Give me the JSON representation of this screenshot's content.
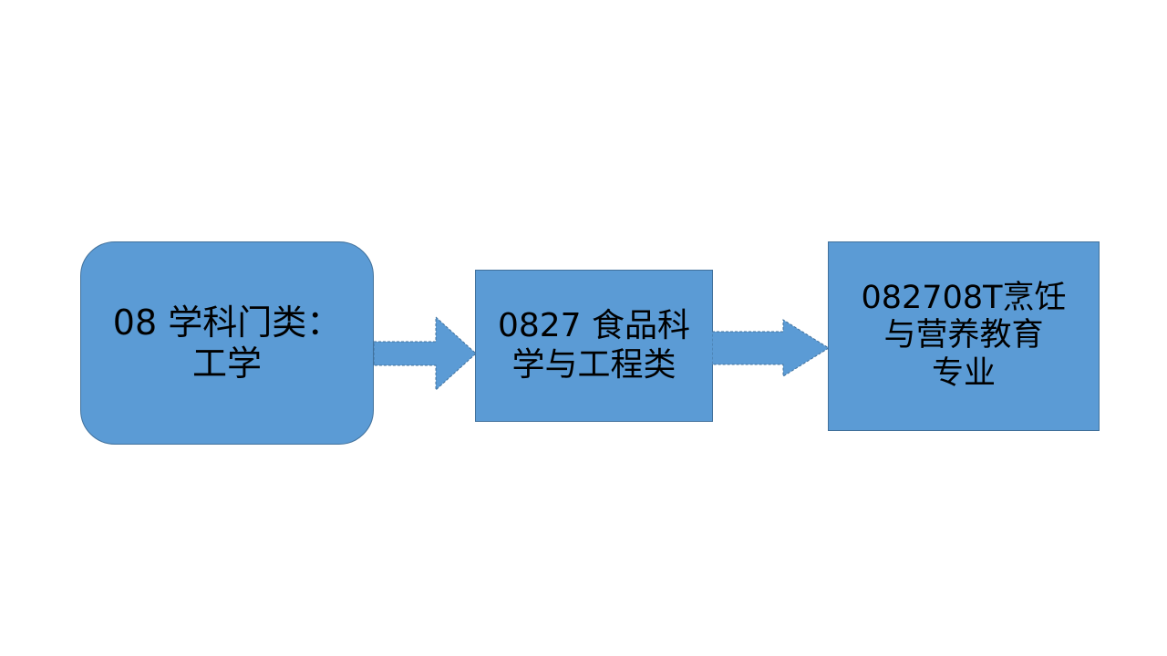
{
  "slide": {
    "background_color": "#FFFFFF",
    "shape_fill_color": "#5B9BD5",
    "shape_border_color": "#41719C",
    "text_color": "#000000"
  },
  "diagram": {
    "type": "flowchart",
    "direction": "left-to-right",
    "nodes": [
      {
        "id": "discipline",
        "shape": "rounded-rectangle",
        "label": "08 学科门类：\n工学"
      },
      {
        "id": "category",
        "shape": "rectangle",
        "label": "0827 食品科\n学与工程类"
      },
      {
        "id": "major",
        "shape": "rectangle",
        "label": "082708T烹饪\n与营养教育\n专业"
      }
    ],
    "connectors": [
      {
        "id": "arrow-1",
        "icon": "block-arrow-right-icon",
        "from": "discipline",
        "to": "category"
      },
      {
        "id": "arrow-2",
        "icon": "block-arrow-right-icon",
        "from": "category",
        "to": "major"
      }
    ]
  }
}
